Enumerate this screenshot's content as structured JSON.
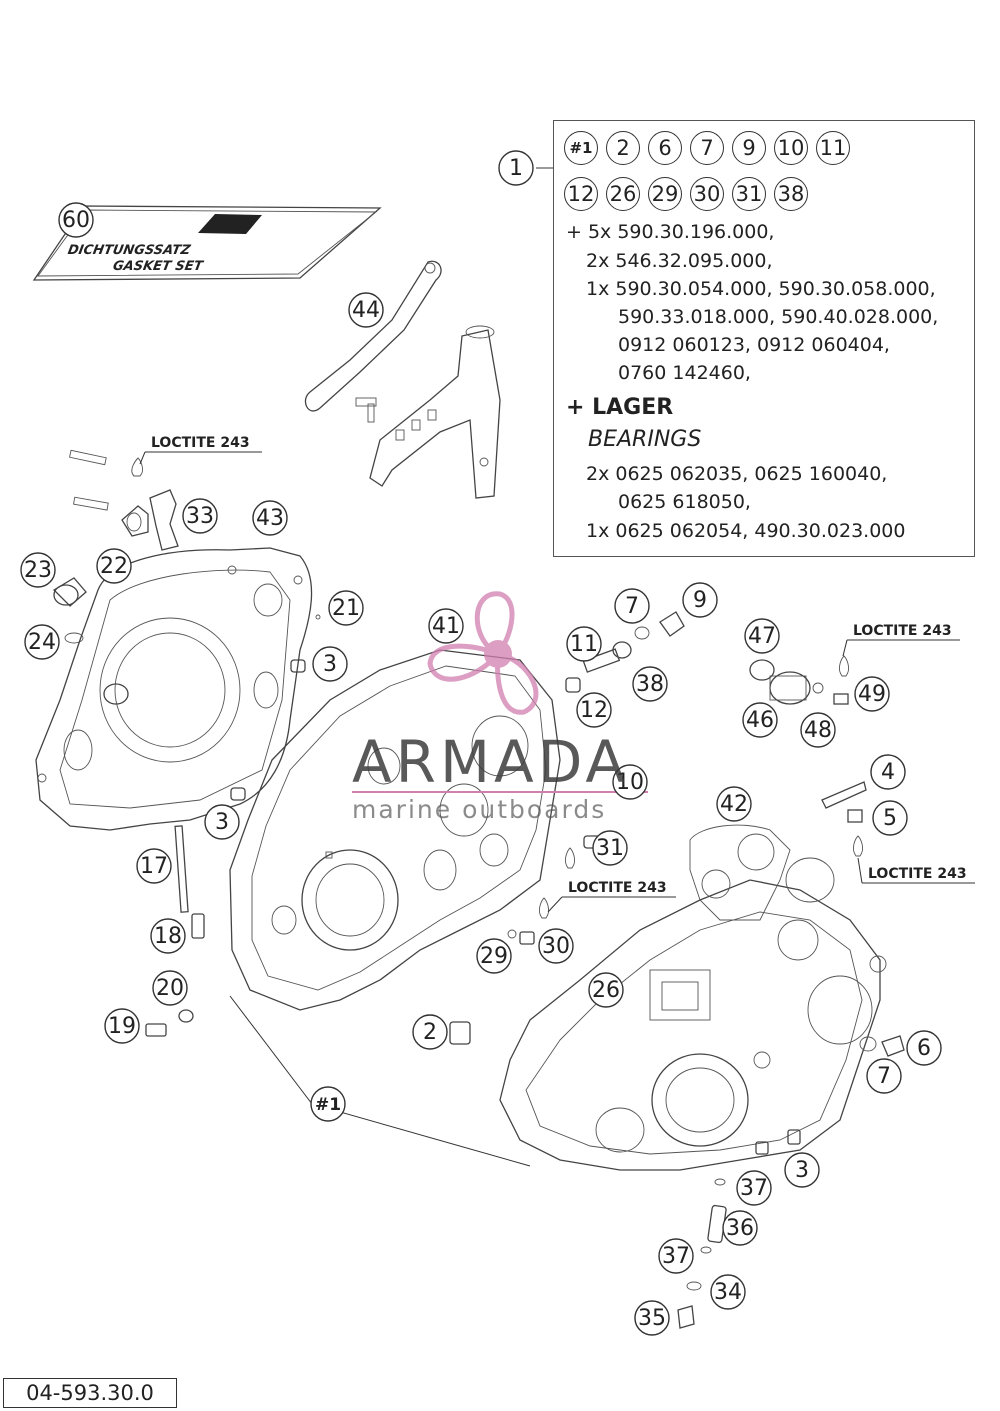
{
  "watermark": {
    "brand": "ARMADA",
    "sub": "marine outboards",
    "logo_color": "#d17fb0"
  },
  "reference_code": "04-593.30.0",
  "gasket_set": {
    "line1": "DICHTUNGSSATZ",
    "line2": "GASKET SET"
  },
  "loctite_labels": [
    "LOCTITE 243",
    "LOCTITE 243",
    "LOCTITE 243",
    "LOCTITE 243"
  ],
  "callouts": [
    "60",
    "44",
    "1",
    "33",
    "43",
    "22",
    "23",
    "24",
    "21",
    "3",
    "41",
    "11",
    "7",
    "9",
    "12",
    "38",
    "47",
    "49",
    "46",
    "48",
    "3",
    "10",
    "4",
    "5",
    "42",
    "31",
    "17",
    "18",
    "29",
    "30",
    "20",
    "26",
    "19",
    "2",
    "6",
    "7",
    "#1",
    "3",
    "37",
    "36",
    "37",
    "34",
    "35"
  ],
  "info_box": {
    "callout": "1",
    "row1": [
      "#1",
      "2",
      "6",
      "7",
      "9",
      "10",
      "11"
    ],
    "row2": [
      "12",
      "26",
      "29",
      "30",
      "31",
      "38"
    ],
    "lines": [
      "+ 5x 590.30.196.000,",
      "2x 546.32.095.000,",
      "1x 590.30.054.000, 590.30.058.000,",
      "590.33.018.000, 590.40.028.000,",
      "0912 060123, 0912 060404,",
      "0760 142460,"
    ],
    "lager": "+ LAGER",
    "bearings": "BEARINGS",
    "bearing_lines": [
      "2x 0625 062035, 0625 160040,",
      "0625 618050,",
      "1x 0625 062054, 490.30.023.000"
    ]
  }
}
